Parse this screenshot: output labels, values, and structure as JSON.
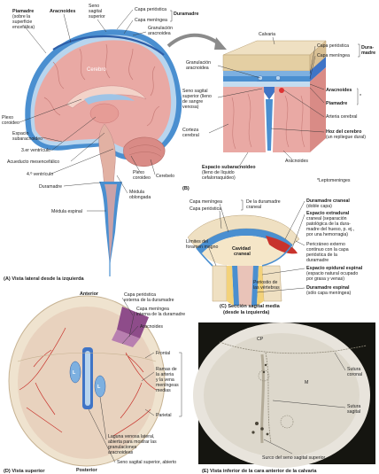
{
  "panelA": {
    "caption": "(A) Vista lateral desde la izquierda",
    "labels": {
      "piamadre": "Piamadre",
      "piamadre_sub1": "(sobre la",
      "piamadre_sub2": "superficie",
      "piamadre_sub3": "encefálica)",
      "aracnoides": "Aracnoides",
      "seno1": "Seno",
      "seno2": "sagital",
      "seno3": "superior",
      "capa_periostica": "Capa perióstica",
      "capa_meningea": "Capa meníngea",
      "duramadre": "Duramadre",
      "granulacion1": "Granulación",
      "granulacion2": "aracnoidea",
      "cerebro": "Cerebro",
      "plexo1": "Plexo",
      "plexo2": "coroideo",
      "espacio1": "Espacio",
      "espacio2": "subaracnoideo",
      "ventriculo3": "3.er ventrículo",
      "acueducto": "Acueducto mesencefálico",
      "ventriculo4": "4.º ventrículo",
      "duramadre2": "Duramadre",
      "cerebelo": "Cerebelo",
      "plexo_b1": "Plexo",
      "plexo_b2": "coroideo",
      "medula1": "Médula",
      "medula2": "oblongada",
      "medula_espinal": "Médula espinal"
    }
  },
  "panelB": {
    "caption": "(B)",
    "labels": {
      "calvaria": "Calvaria",
      "capa_periostica": "Capa perióstica",
      "capa_meningea": "Capa meníngea",
      "duramadre": "Dura-",
      "duramadre2": "madre",
      "granulacion1": "Granulación",
      "granulacion2": "aracnoidea",
      "seno1": "Seno sagital",
      "seno2": "superior (lleno",
      "seno3": "de sangre",
      "seno4": "venosa)",
      "aracnoides": "Aracnoides",
      "piamadre": "Piamadre",
      "star": "*",
      "arteria": "Arteria cerebral",
      "corteza1": "Corteza",
      "corteza2": "cerebral",
      "hoz1": "Hoz del cerebro",
      "hoz2": "(un repliegue dural)",
      "aracnoides2": "Aracnoides",
      "espacio1": "Espacio subaracnoideo",
      "espacio2": "(lleno de líquido",
      "espacio3": "cefalorraquídeo)",
      "lepto": "*Leptomeninges"
    }
  },
  "panelC": {
    "caption1": "(C) Sección sagital media",
    "caption2": "(desde la izquierda)",
    "labels": {
      "capa_meningea": "Capa meníngea",
      "capa_periostica": "Capa perióstica",
      "de_la_dura1": "De la duramadre",
      "de_la_dura2": "craneal",
      "cavidad1": "Cavidad",
      "cavidad2": "craneal",
      "limites1": "Límites del",
      "limites2": "foramen magno",
      "periostio1": "Periostio de",
      "periostio2": "las vértebras",
      "dura_craneal": "Duramadre craneal",
      "dura_craneal_sub": "(doble capa)",
      "extradural1": "Espacio extradural",
      "extradural2": "craneal (separación",
      "extradural3": "patológica de la dura-",
      "extradural4": "madre del hueso, p. ej.,",
      "extradural5": "por una hemorragia)",
      "pericraneo1": "Pericráneo externo",
      "pericraneo2": "continuo con la capa",
      "pericraneo3": "perióstica de la",
      "pericraneo4": "duramadre",
      "epidural1": "Espacio epidural espinal",
      "epidural2": "(espacio natural ocupado",
      "epidural3": "por grasa y venas)",
      "dura_espinal1": "Duramadre espinal",
      "dura_espinal2": "(sólo capa meníngea)"
    }
  },
  "panelD": {
    "caption": "(D) Vista superior",
    "labels": {
      "anterior": "Anterior",
      "posterior": "Posterior",
      "capa_perio1": "Capa perióstica",
      "capa_perio2": "externa de la duramadre",
      "capa_men1": "Capa meníngea",
      "capa_men2": "interna de la duramadre",
      "aracnoides": "Aracnoides",
      "frontal": "Frontal",
      "ramas1": "Ramas de",
      "ramas2": "la arteria",
      "ramas3": "y la vena",
      "ramas4": "meníngeas",
      "ramas5": "medias",
      "parietal": "Parietal",
      "laguna1": "Laguna venosa lateral,",
      "laguna2": "abierta para mostrar las",
      "laguna3": "granulaciones",
      "laguna4": "aracnoideas",
      "seno": "Seno sagital superior, abierto",
      "L1": "L",
      "L2": "L"
    }
  },
  "panelE": {
    "caption": "(E) Vista inferior de la cara anterior de la calvaria",
    "labels": {
      "CP": "CP",
      "M": "M",
      "sutura_coronal1": "Sutura",
      "sutura_coronal2": "coronal",
      "sutura_sagital1": "Sutura",
      "sutura_sagital2": "sagital",
      "surco": "Surco del seno sagital superior"
    }
  },
  "colors": {
    "dura_blue": "#4a8fd0",
    "sinus_blue": "#3f74c6",
    "brain_pink": "#e9a9a4",
    "brain_dark": "#d98b86",
    "bone": "#efe0c2",
    "bone_dark": "#d9c094",
    "spinal": "#c9a2a8",
    "skull_photo": "#e8e4dc",
    "photo_bg": "#151510"
  }
}
